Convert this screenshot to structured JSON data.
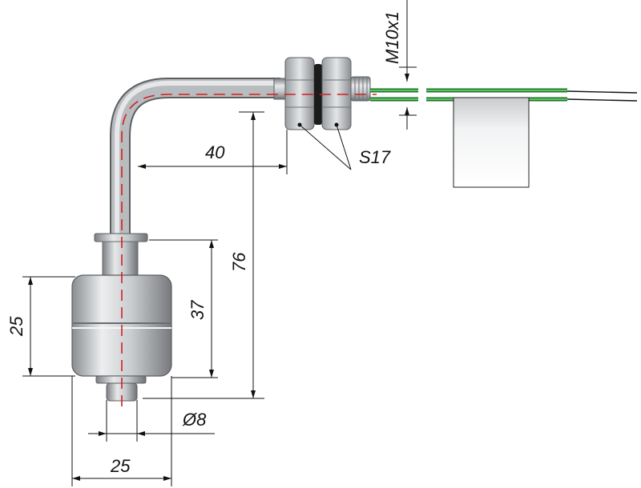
{
  "dimensions": {
    "thread": "M10x1",
    "wrench": "S17",
    "horizontal_length": "40",
    "total_height": "76",
    "float_span": "37",
    "float_height": "25",
    "tip_diameter": "Ø8",
    "float_diameter": "25"
  },
  "colors": {
    "tube": "#b9bcbf",
    "centerline": "#d21f1f",
    "wire_outer": "#1f6e2a",
    "wire_inner": "#58c75f",
    "cable_black": "#111111"
  },
  "icons": {
    "connector_box": "rectangle-gradient-box"
  }
}
